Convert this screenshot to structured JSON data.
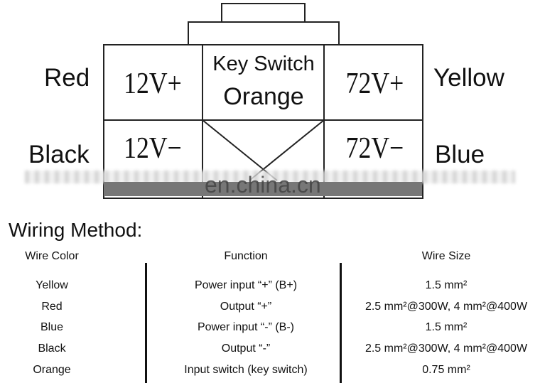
{
  "diagram": {
    "left_labels": [
      "Red",
      "Black"
    ],
    "right_labels": [
      "Yellow",
      "Blue"
    ],
    "cells": {
      "top_left": "12V+",
      "top_center_line1": "Key Switch",
      "top_center_line2": "Orange",
      "top_right": "72V+",
      "bottom_left": "12V−",
      "bottom_right": "72V−"
    },
    "watermark": "en.china.cn"
  },
  "section_title": "Wiring Method:",
  "table": {
    "headers": [
      "Wire Color",
      "Function",
      "Wire Size"
    ],
    "rows": [
      [
        "Yellow",
        "Power input “+” (B+)",
        "1.5 mm²"
      ],
      [
        "Red",
        "Output “+”",
        "2.5 mm²@300W, 4 mm²@400W"
      ],
      [
        "Blue",
        "Power input “-” (B-)",
        "1.5 mm²"
      ],
      [
        "Black",
        "Output “-”",
        "2.5 mm²@300W, 4 mm²@400W"
      ],
      [
        "Orange",
        "Input switch (key switch)",
        "0.75 mm²"
      ]
    ]
  }
}
